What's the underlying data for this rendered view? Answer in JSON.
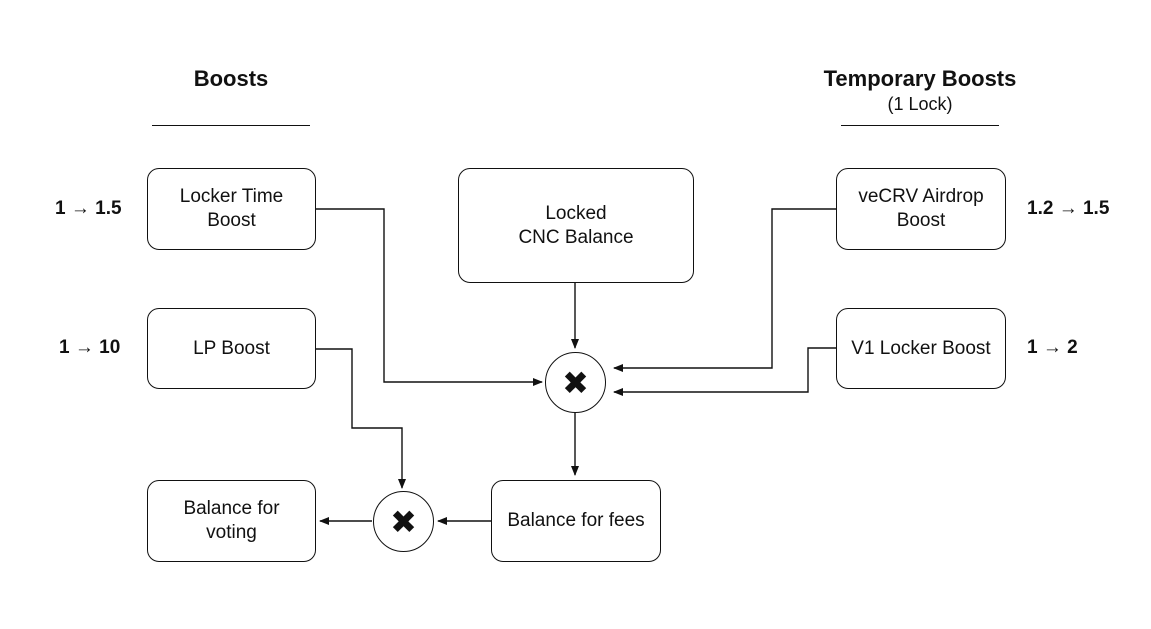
{
  "headings": {
    "left_title": "Boosts",
    "right_title": "Temporary Boosts",
    "right_subtitle": "(1 Lock)"
  },
  "nodes": {
    "locker_time_boost": {
      "line1": "Locker Time",
      "line2": "Boost",
      "factor": "1 → 1.5"
    },
    "lp_boost": {
      "label": "LP Boost",
      "factor": "1 → 10"
    },
    "locked_cnc_balance": {
      "line1": "Locked",
      "line2": "CNC Balance"
    },
    "vecrv_airdrop_boost": {
      "line1": "veCRV Airdrop",
      "line2": "Boost",
      "factor": "1.2 → 1.5"
    },
    "v1_locker_boost": {
      "label": "V1 Locker Boost",
      "factor": "1 → 2"
    },
    "balance_for_fees": {
      "label": "Balance for fees"
    },
    "balance_for_voting": {
      "line1": "Balance for",
      "line2": "voting"
    }
  },
  "operators": {
    "multiply_main": {
      "symbol": "✖"
    },
    "multiply_voting": {
      "symbol": "✖"
    }
  }
}
